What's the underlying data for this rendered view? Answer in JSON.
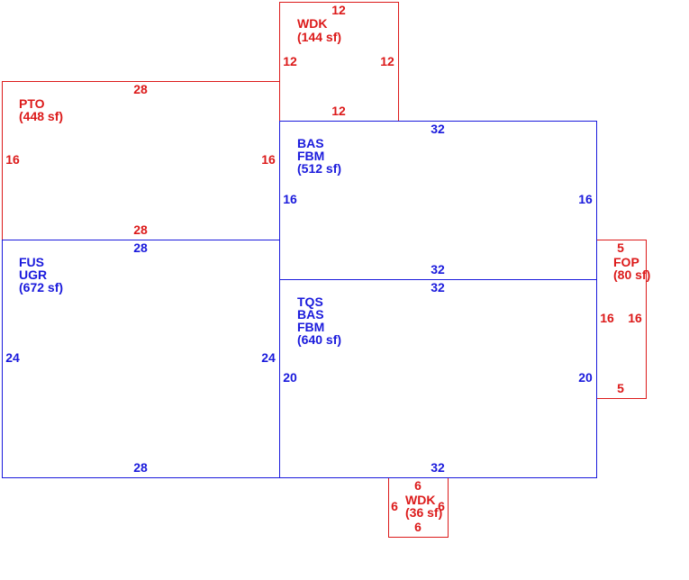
{
  "colors": {
    "blue": "#1a1adc",
    "red": "#dc1a1a"
  },
  "areas": {
    "wdk_top": {
      "lines": [
        "WDK",
        "(144 sf)"
      ],
      "dims": {
        "top": "12",
        "left": "12",
        "right": "12",
        "bottom": "12"
      }
    },
    "pto": {
      "lines": [
        "PTO",
        "(448 sf)"
      ],
      "dims": {
        "top": "28",
        "left": "16",
        "right": "16",
        "bottom": "28"
      }
    },
    "bas_fbm": {
      "lines": [
        "BAS",
        "FBM",
        "(512 sf)"
      ],
      "dims": {
        "top": "32",
        "left": "16",
        "right": "16",
        "bottom": "32"
      }
    },
    "fus_ugr": {
      "lines": [
        "FUS",
        "UGR",
        "(672 sf)"
      ],
      "dims": {
        "top": "28",
        "left": "24",
        "right": "24",
        "bottom": "28"
      }
    },
    "tqs": {
      "lines": [
        "TQS",
        "BAS",
        "FBM",
        "(640 sf)"
      ],
      "dims": {
        "top": "32",
        "left": "20",
        "right": "20",
        "bottom": "32"
      }
    },
    "fop": {
      "lines": [
        "FOP",
        "(80 sf)"
      ],
      "dims": {
        "top": "5",
        "left": "16",
        "right": "16",
        "bottom": "5"
      }
    },
    "wdk_bottom": {
      "lines": [
        "WDK",
        "(36 sf)"
      ],
      "dims": {
        "top": "6",
        "left": "6",
        "right": "6",
        "bottom": "6"
      }
    }
  }
}
